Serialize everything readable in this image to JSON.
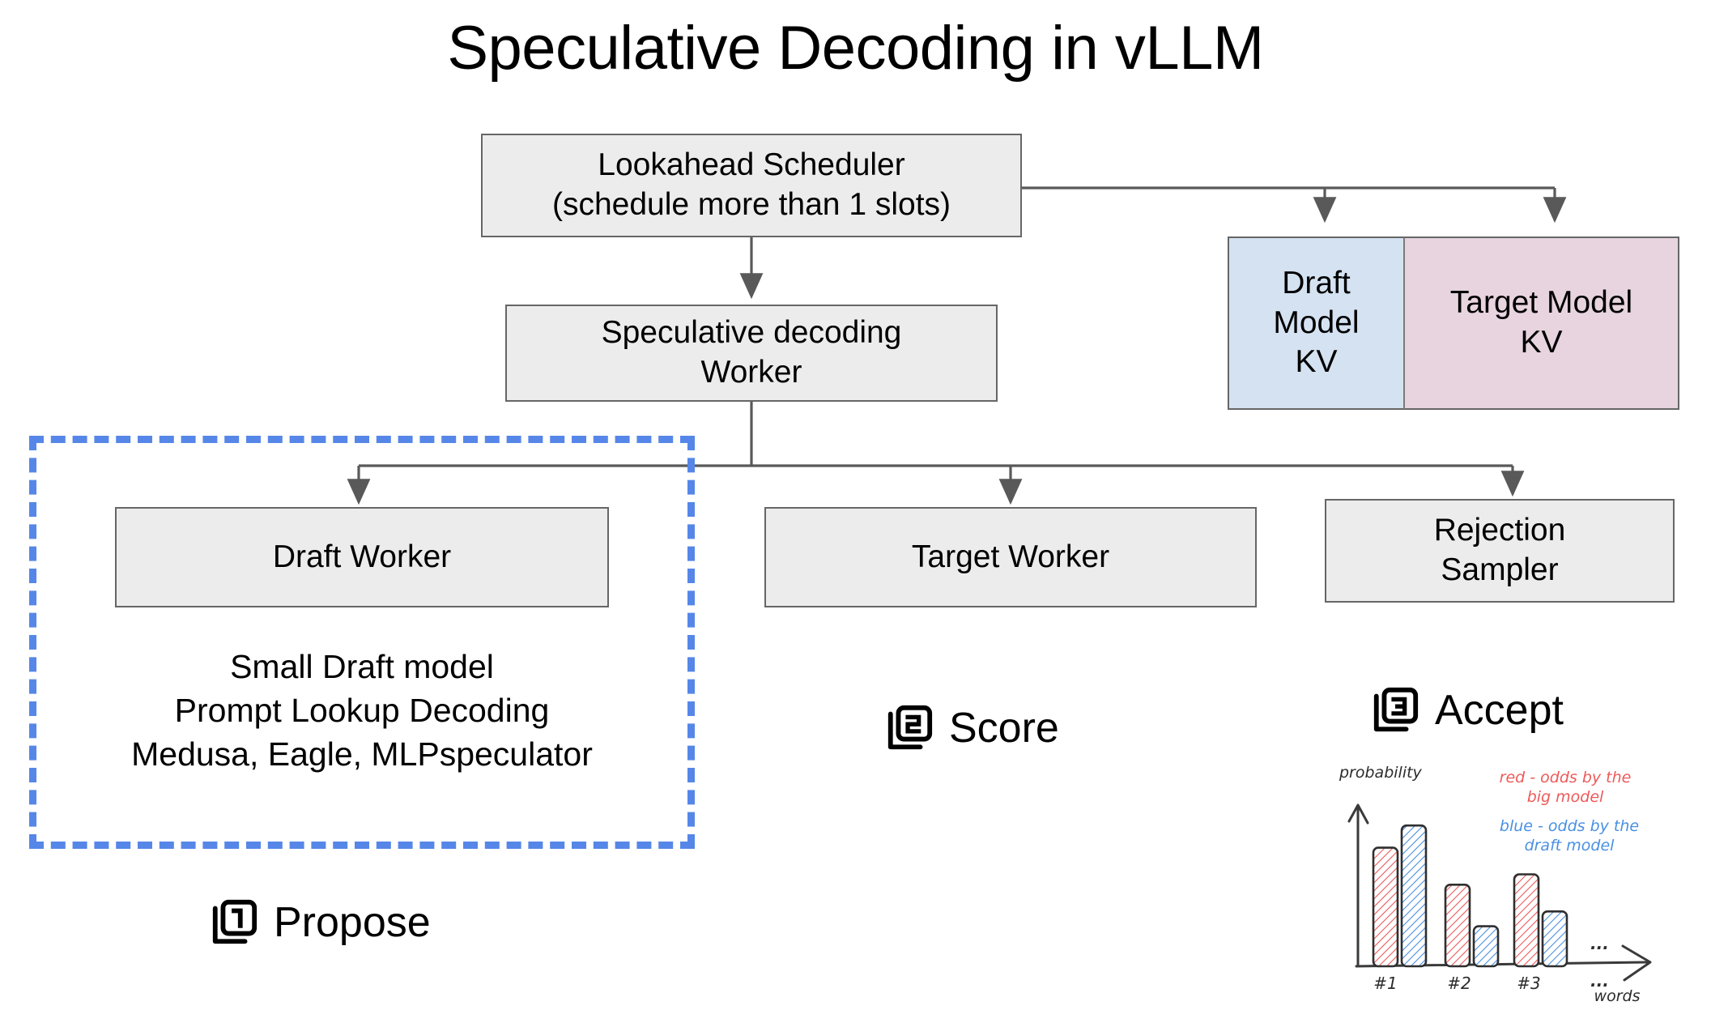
{
  "title": "Speculative Decoding in vLLM",
  "nodes": {
    "scheduler": {
      "line1": "Lookahead Scheduler",
      "line2": "(schedule more than 1 slots)"
    },
    "spec_worker": {
      "line1": "Speculative decoding",
      "line2": "Worker"
    },
    "draft_kv": {
      "line1": "Draft",
      "line2": "Model",
      "line3": "KV"
    },
    "target_kv": {
      "line1": "Target Model",
      "line2": "KV"
    },
    "draft_worker": {
      "line1": "Draft Worker"
    },
    "target_worker": {
      "line1": "Target Worker"
    },
    "rejection_sampler": {
      "line1": "Rejection",
      "line2": "Sampler"
    }
  },
  "draft_notes": [
    "Small Draft model",
    "Prompt Lookup Decoding",
    "Medusa, Eagle, MLPspeculator"
  ],
  "steps": [
    {
      "number": "1",
      "label": "Propose",
      "icon": "number-badge-1-icon"
    },
    {
      "number": "2",
      "label": "Score",
      "icon": "number-badge-2-icon"
    },
    {
      "number": "3",
      "label": "Accept",
      "icon": "number-badge-3-icon"
    }
  ],
  "colors": {
    "box_fill": "#ececec",
    "box_border": "#666666",
    "draft_kv_fill": "#d4e2f1",
    "target_kv_fill": "#e7d4de",
    "dashed_accent": "#5687e8",
    "chart_red": "#ed5a5a",
    "chart_blue": "#4a90e2",
    "chart_ink": "#3a3a3a"
  },
  "chart_data": {
    "type": "bar",
    "title": "",
    "xlabel": "words",
    "ylabel": "probability",
    "categories": [
      "#1",
      "#2",
      "#3",
      "..."
    ],
    "series": [
      {
        "name": "red - odds by the big model",
        "color": "#ed5a5a",
        "values": [
          0.8,
          0.55,
          0.62,
          null
        ]
      },
      {
        "name": "blue - odds by the draft model",
        "color": "#4a90e2",
        "values": [
          0.95,
          0.27,
          0.37,
          null
        ]
      }
    ],
    "ylim": [
      0,
      1
    ],
    "grid": false,
    "legend_position": "upper-right",
    "annotations": [
      {
        "text_line1": "red - odds by the",
        "text_line2": "big model",
        "color": "#ed5a5a"
      },
      {
        "text_line1": "blue - odds by the",
        "text_line2": "draft model",
        "color": "#4a90e2"
      }
    ],
    "ellipsis_marks": [
      "...",
      "..."
    ],
    "style": "hand-drawn, hatched bars"
  }
}
